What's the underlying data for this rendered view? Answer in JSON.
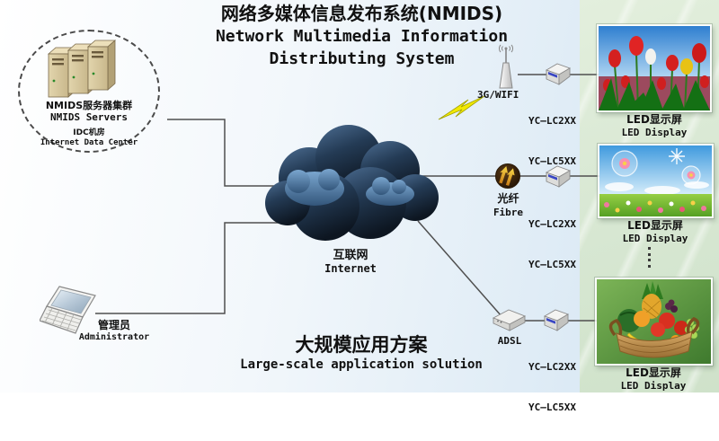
{
  "title": {
    "line_zh": "网络多媒体信息发布系统(NMIDS)",
    "line_en_1": "Network Multimedia Information",
    "line_en_2": "Distributing System"
  },
  "footer": {
    "zh": "大规模应用方案",
    "en": "Large-scale application solution"
  },
  "datacenter": {
    "cluster_zh": "NMIDS服务器集群",
    "cluster_en": "NMIDS Servers",
    "room_zh": "IDC机房",
    "room_en": "Internet Data Center"
  },
  "administrator": {
    "zh": "管理员",
    "en": "Administrator"
  },
  "internet": {
    "zh": "互联网",
    "en": "Internet"
  },
  "links": {
    "wifi": {
      "label": "3G/WIFI",
      "models": [
        "YC—LC2XX",
        "YC—LC5XX"
      ],
      "display": {
        "zh": "LED显示屏",
        "en": "LED Display",
        "image": "tulip-field"
      }
    },
    "fibre": {
      "label_zh": "光纤",
      "label_en": "Fibre",
      "models": [
        "YC—LC2XX",
        "YC—LC5XX"
      ],
      "display": {
        "zh": "LED显示屏",
        "en": "LED Display",
        "image": "flower-meadow-bubbles"
      }
    },
    "adsl": {
      "label": "ADSL",
      "models": [
        "YC—LC2XX",
        "YC—LC5XX"
      ],
      "display": {
        "zh": "LED显示屏",
        "en": "LED Display",
        "image": "fruit-basket"
      }
    }
  },
  "colors": {
    "background_blue": "#d2e4f2",
    "panel_green": "#d7e7d2",
    "cloud_dark": "#141f2c",
    "lightning_yellow": "#f2e900",
    "server_tan": "#d8c9a0"
  }
}
